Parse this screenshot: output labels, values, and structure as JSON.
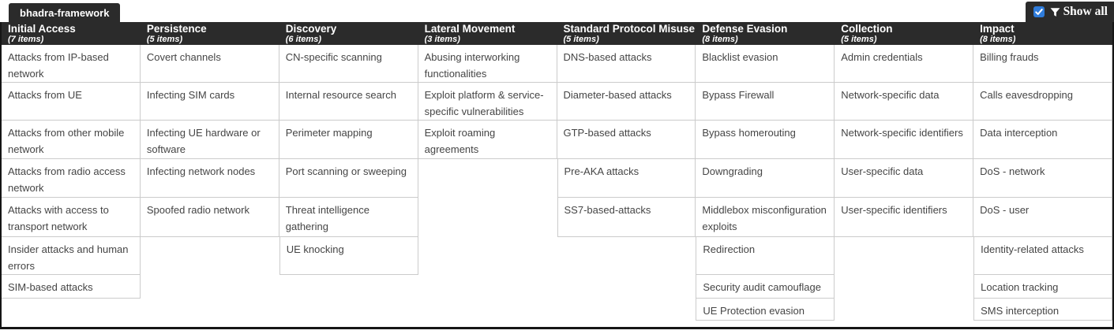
{
  "tab": {
    "label": "bhadra-framework"
  },
  "controls": {
    "show_all_label": "Show all",
    "checkbox_checked": true,
    "filter_icon": "funnel-icon"
  },
  "colors": {
    "tab_and_header_background": "#2b2b2b",
    "outer_border": "#151515",
    "cell_border": "#cbcbcb",
    "cell_text": "#454545",
    "checkbox_blue": "#2f7cdb",
    "header_text": "#ffffff"
  },
  "matrix": {
    "columns": [
      {
        "name": "Initial Access",
        "count": "(7 items)",
        "items": [
          "Attacks from IP-based network",
          "Attacks from UE",
          "Attacks from other mobile network",
          "Attacks from radio access network",
          "Attacks with access to transport network",
          "Insider attacks and human errors",
          "SIM-based attacks"
        ]
      },
      {
        "name": "Persistence",
        "count": "(5 items)",
        "items": [
          "Covert channels",
          "Infecting SIM cards",
          "Infecting UE hardware or software",
          "Infecting network nodes",
          "Spoofed radio network"
        ]
      },
      {
        "name": "Discovery",
        "count": "(6 items)",
        "items": [
          "CN-specific scanning",
          "Internal resource search",
          "Perimeter mapping",
          "Port scanning or sweeping",
          "Threat intelligence gathering",
          "UE knocking"
        ]
      },
      {
        "name": "Lateral Movement",
        "count": "(3 items)",
        "items": [
          "Abusing interworking functionalities",
          "Exploit platform & service-specific vulnerabilities",
          "Exploit roaming agreements"
        ]
      },
      {
        "name": "Standard Protocol Misuse",
        "count": "(5 items)",
        "items": [
          "DNS-based attacks",
          "Diameter-based attacks",
          "GTP-based attacks",
          "Pre-AKA attacks",
          "SS7-based-attacks"
        ]
      },
      {
        "name": "Defense Evasion",
        "count": "(8 items)",
        "items": [
          "Blacklist evasion",
          "Bypass Firewall",
          "Bypass homerouting",
          "Downgrading",
          "Middlebox misconfiguration exploits",
          "Redirection",
          "Security audit camouflage",
          "UE Protection evasion"
        ]
      },
      {
        "name": "Collection",
        "count": "(5 items)",
        "items": [
          "Admin credentials",
          "Network-specific data",
          "Network-specific identifiers",
          "User-specific data",
          "User-specific identifiers"
        ]
      },
      {
        "name": "Impact",
        "count": "(8 items)",
        "items": [
          "Billing frauds",
          "Calls eavesdropping",
          "Data interception",
          "DoS - network",
          "DoS - user",
          "Identity-related attacks",
          "Location tracking",
          "SMS interception"
        ]
      }
    ]
  }
}
